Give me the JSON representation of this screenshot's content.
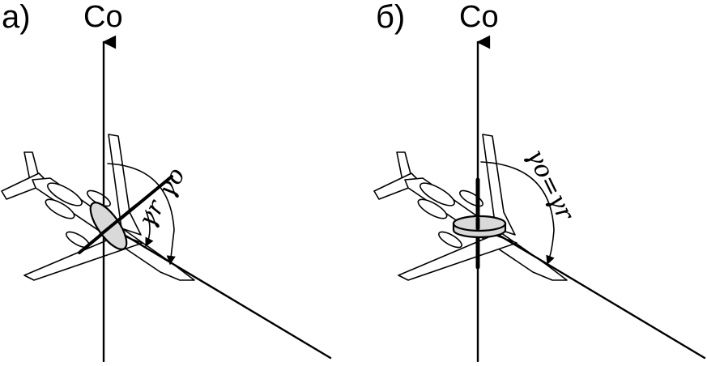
{
  "panel_a": {
    "label": "а)",
    "axis_label": "Co",
    "angle_outer": "γo",
    "angle_inner": "γr"
  },
  "panel_b": {
    "label": "б)",
    "axis_label": "Co",
    "angle": "γo=γr"
  },
  "colors": {
    "line": "#000000",
    "disk_fill": "#d9d9d9",
    "background": "#ffffff"
  }
}
